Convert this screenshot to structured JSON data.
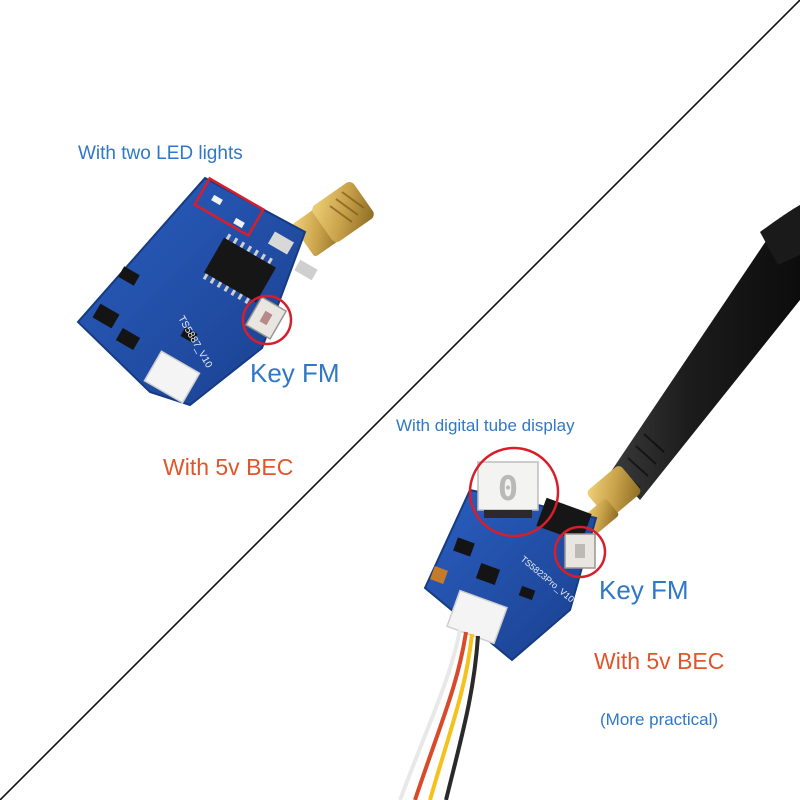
{
  "labels": {
    "led_lights": "With two LED lights",
    "key_fm_left": "Key FM",
    "bec_left": "With 5v BEC",
    "digital_tube": "With digital tube display",
    "key_fm_right": "Key FM",
    "bec_right": "With 5v BEC",
    "more_practical": "(More practical)"
  },
  "pcb_silkscreen": {
    "left": "TS5887_V10",
    "right": "TS5823Pro_V10"
  },
  "digit_display": "0",
  "colors": {
    "label_blue": "#2f78c8",
    "label_orange": "#e0552a",
    "highlight_red": "#d81e2a",
    "pcb_blue": "#1f4fa8",
    "connector_gold": "#c9a24a",
    "antenna_black": "#1c1c1c",
    "divider_line": "#111111"
  }
}
